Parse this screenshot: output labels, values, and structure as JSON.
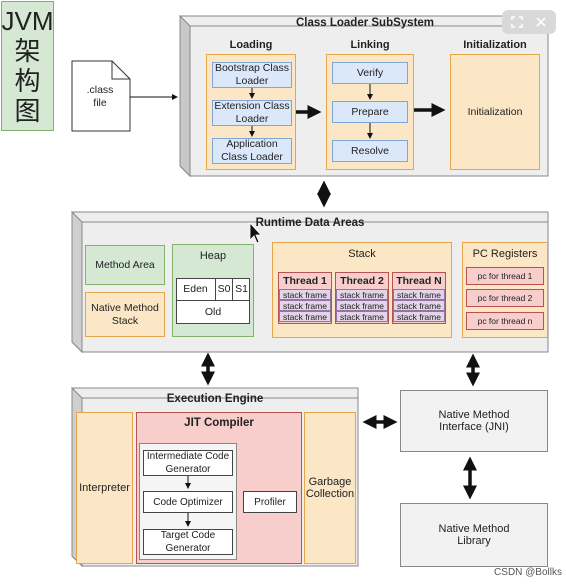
{
  "side_title": [
    "JVM",
    "架",
    "构",
    "图"
  ],
  "class_file": {
    "line1": ".class",
    "line2": "file"
  },
  "class_loader": {
    "title": "Class Loader SubSystem",
    "loading": {
      "title": "Loading",
      "items": [
        "Bootstrap Class Loader",
        "Extension Class Loader",
        "Application Class Loader"
      ]
    },
    "linking": {
      "title": "Linking",
      "items": [
        "Verify",
        "Prepare",
        "Resolve"
      ]
    },
    "initialization": {
      "title": "Initialization",
      "box": "Initialization"
    }
  },
  "runtime": {
    "title": "Runtime Data Areas",
    "method_area": "Method Area",
    "native_method_stack": "Native Method Stack",
    "heap": {
      "title": "Heap",
      "eden": "Eden",
      "s0": "S0",
      "s1": "S1",
      "old": "Old"
    },
    "stack": {
      "title": "Stack",
      "threads": [
        {
          "name": "Thread 1",
          "frames": [
            "stack frame",
            "stack frame",
            "stack frame"
          ]
        },
        {
          "name": "Thread 2",
          "frames": [
            "stack frame",
            "stack frame",
            "stack frame"
          ]
        },
        {
          "name": "Thread N",
          "frames": [
            "stack frame",
            "stack frame",
            "stack frame"
          ]
        }
      ]
    },
    "pc_registers": {
      "title": "PC Registers",
      "items": [
        "pc for thread 1",
        "pc for thread 2",
        "pc for thread n"
      ]
    }
  },
  "execution": {
    "title": "Execution Engine",
    "interpreter": "Interpreter",
    "jit": {
      "title": "JIT Compiler",
      "intermediate": "Intermediate Code Generator",
      "optimizer": "Code Optimizer",
      "target": "Target Code Generator",
      "profiler": "Profiler"
    },
    "gc": "Garbage Collection"
  },
  "jni": "Native Method Interface (JNI)",
  "native_lib": "Native Method Library",
  "watermark": "CSDN @Bollks",
  "colors": {
    "orange": "#fbe6c5",
    "blue": "#dbe8fa",
    "green": "#d5e8d4",
    "pink": "#f8cecc",
    "purple": "#e1d5e7"
  }
}
